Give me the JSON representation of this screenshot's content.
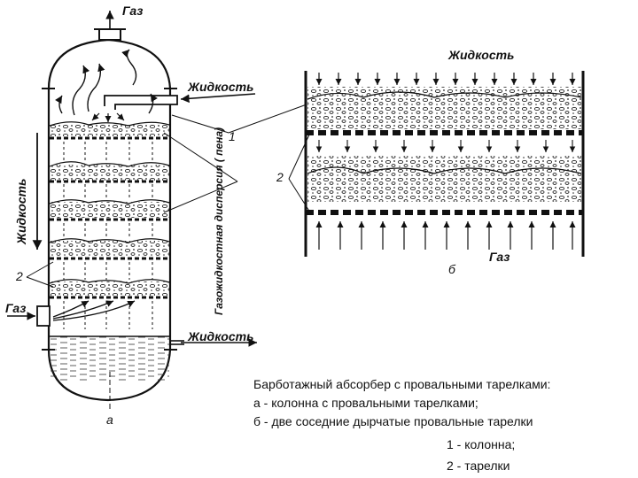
{
  "labels": {
    "gas_top": "Газ",
    "liquid_in": "Жидкость",
    "liquid_side": "Жидкость",
    "dispersion": "Газожидкостная дисперсия ( пена)",
    "gas_in": "Газ",
    "liquid_out": "Жидкость",
    "num_2_left": "2",
    "num_1": "1",
    "view_a": "а",
    "liquid_right": "Жидкость",
    "num_2_right": "2",
    "gas_right": "Газ",
    "view_b": "б"
  },
  "caption": {
    "title": "Барботажный абсорбер с провальными тарелками:",
    "line_a": "а - колонна с провальными тарелками;",
    "line_b": "б - две соседние дырчатые провальные тарелки"
  },
  "legend": {
    "item1": "1 - колонна;",
    "item2": "2 - тарелки"
  }
}
